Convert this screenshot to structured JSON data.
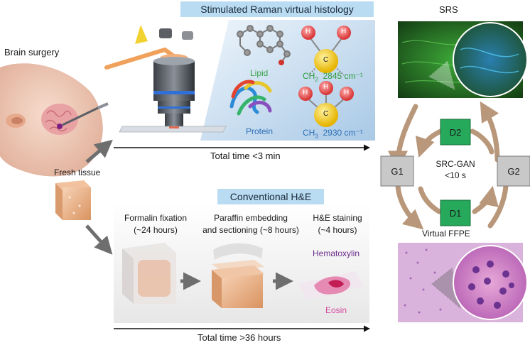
{
  "left": {
    "brain_surgery": "Brain surgery",
    "fresh_tissue": "Fresh tissue"
  },
  "srs_path": {
    "banner": "Stimulated Raman virtual histology",
    "lipid": "Lipid",
    "protein": "Protein",
    "ch2_label": "CH",
    "ch2_sub": "2",
    "ch2_wavenumber": "2845 cm⁻¹",
    "ch3_label": "CH",
    "ch3_sub": "3",
    "ch3_wavenumber": "2930 cm⁻¹",
    "atom_h": "H",
    "atom_c": "C",
    "total_time": "Total time <3 min"
  },
  "he_path": {
    "banner": "Conventional H&E",
    "step1_title": "Formalin fixation",
    "step1_time": "(~24 hours)",
    "step2_title": "Paraffin embedding",
    "step2_time": "and sectioning (~8 hours)",
    "step3_title": "H&E staining",
    "step3_time": "(~4 hours)",
    "hematoxylin": "Hematoxylin",
    "eosin": "Eosin",
    "total_time": "Total time >36 hours"
  },
  "gan": {
    "srs_title": "SRS",
    "g1": "G1",
    "g2": "G2",
    "d1": "D1",
    "d2": "D2",
    "center_line1": "SRC-GAN",
    "center_line2": "<10 s",
    "virtual_ffpe": "Virtual FFPE"
  },
  "colors": {
    "banner_bg": "#b9dcf2",
    "gan_arrow": "#b8977a",
    "discriminator": "#26a95b",
    "generator": "#c8c8c8",
    "srs_green": "#2e9b3c",
    "he_pink": "#c23da0",
    "lipid_text": "#3aa34a",
    "protein_text": "#2c6fb6"
  }
}
